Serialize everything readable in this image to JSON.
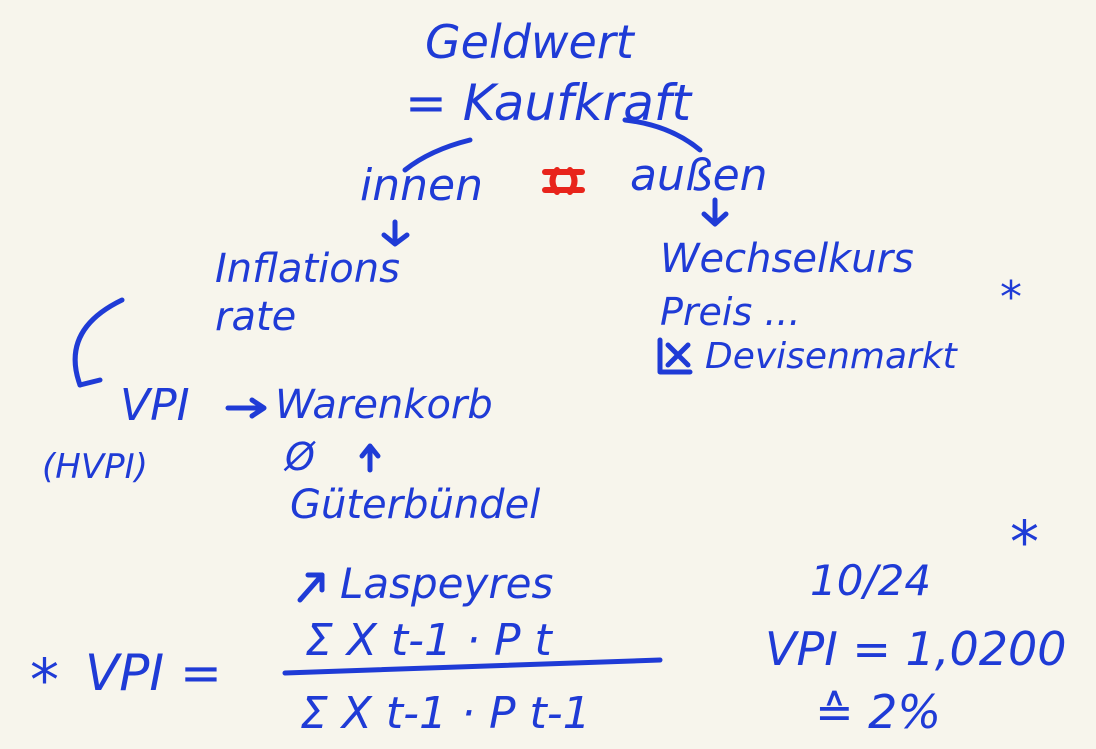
{
  "notes": {
    "title_line1": "Geldwert",
    "title_line2": "= Kaufkraft",
    "left_branch": "innen",
    "right_branch": "außen",
    "left_result_line1": "Inflations",
    "left_result_line2": "rate",
    "right_result_line1": "Wechselkurs",
    "right_result_line2": "Preis ...",
    "right_result_line3": "Devisenmarkt",
    "vpi": "VPI",
    "hvpi": "(HVPI)",
    "warenkorb": "Warenkorb",
    "avg_symbol": "Ø",
    "guterbundel": "Güterbündel",
    "laspeyres": "Laspeyres",
    "date": "10/24",
    "formula": {
      "lhs": "VPI =",
      "numerator": "Σ X t-1 · P t",
      "denominator": "Σ X t-1 · P t-1"
    },
    "result_value": "VPI = 1,0200",
    "result_percent": "≙ 2%",
    "star": "*"
  },
  "colors": {
    "ink": "#1f3bd6",
    "highlight": "#e8241b",
    "background": "#f7f5ec"
  }
}
